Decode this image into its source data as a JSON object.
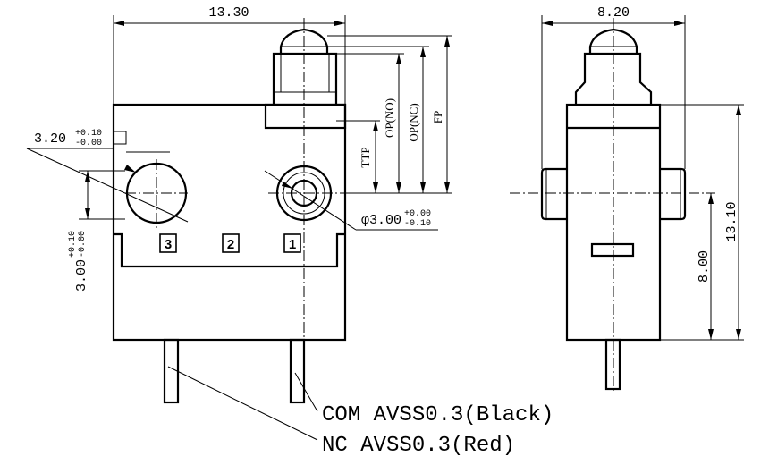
{
  "dimensions": {
    "overall_width": "13.30",
    "side_width": "8.20",
    "height_total": "13.10",
    "height_partial": "8.00",
    "hole_left_main": "3.20",
    "hole_left_tol_upper": "+0.10",
    "hole_left_tol_lower": "-0.00",
    "hole_vert_main": "3.00",
    "hole_vert_tol_upper": "+0.10",
    "hole_vert_tol_lower": "-0.00",
    "hole_right_main": "φ3.00",
    "hole_right_tol_upper": "+0.00",
    "hole_right_tol_lower": "-0.10"
  },
  "travel_labels": {
    "ttp": "TTP",
    "op_no": "OP(NO)",
    "op_nc": "OP(NC)",
    "fp": "FP"
  },
  "pins": [
    "3",
    "2",
    "1"
  ],
  "wires": {
    "com": "COM AVSS0.3(Black)",
    "nc": "NC AVSS0.3(Red)"
  }
}
